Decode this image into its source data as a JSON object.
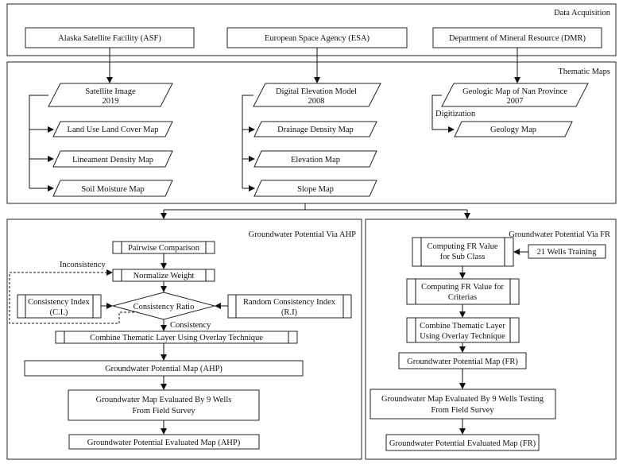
{
  "sections": {
    "data_acquisition": "Data Acquisition",
    "thematic_maps": "Thematic Maps",
    "ahp": "Groundwater Potential Via AHP",
    "fr": "Groundwater Potential Via FR"
  },
  "sources": {
    "asf": "Alaska Satellite Facility (ASF)",
    "esa": "European Space Agency (ESA)",
    "dmr": "Department of Mineral Resource (DMR)"
  },
  "inputs": {
    "satellite": [
      "Satellite Image",
      "2019"
    ],
    "dem": [
      "Digital Elevation Model",
      "2008"
    ],
    "geologic": [
      "Geologic Map of Nan Province",
      "2007"
    ]
  },
  "thematic": {
    "lulc": "Land Use Land Cover Map",
    "lineament": "Lineament Density Map",
    "soil": "Soil Moisture Map",
    "drainage": "Drainage Density Map",
    "elevation": "Elevation Map",
    "slope": "Slope Map",
    "geology": "Geology Map",
    "digitization": "Digitization"
  },
  "ahp": {
    "pairwise": "Pairwise Comparison",
    "normalize": "Normalize Weight",
    "inconsistency": "Inconsistency",
    "ci": [
      "Consistency Index",
      "(C.I.)"
    ],
    "cr": "Consistency Ratio",
    "ri": [
      "Random Consistency Index",
      "(R.I)"
    ],
    "consistency": "Consistency",
    "combine": "Combine Thematic Layer Using Overlay Technique",
    "potential_map": "Groundwater Potential Map (AHP)",
    "evaluated": [
      "Groundwater Map Evaluated By  9  Wells",
      "From Field Survey"
    ],
    "evaluated_map": "Groundwater Potential Evaluated Map (AHP)"
  },
  "fr": {
    "compute_sub": [
      "Computing FR Value",
      "for Sub Class"
    ],
    "wells_training": "21 Wells Training",
    "compute_criteria": [
      "Computing FR Value for",
      "Criterias"
    ],
    "combine": [
      "Combine Thematic Layer",
      "Using Overlay Technique"
    ],
    "potential_map": "Groundwater Potential Map (FR)",
    "evaluated": [
      "Groundwater Map Evaluated By 9 Wells Testing",
      "From Field Survey"
    ],
    "evaluated_map": "Groundwater Potential Evaluated Map (FR)"
  }
}
